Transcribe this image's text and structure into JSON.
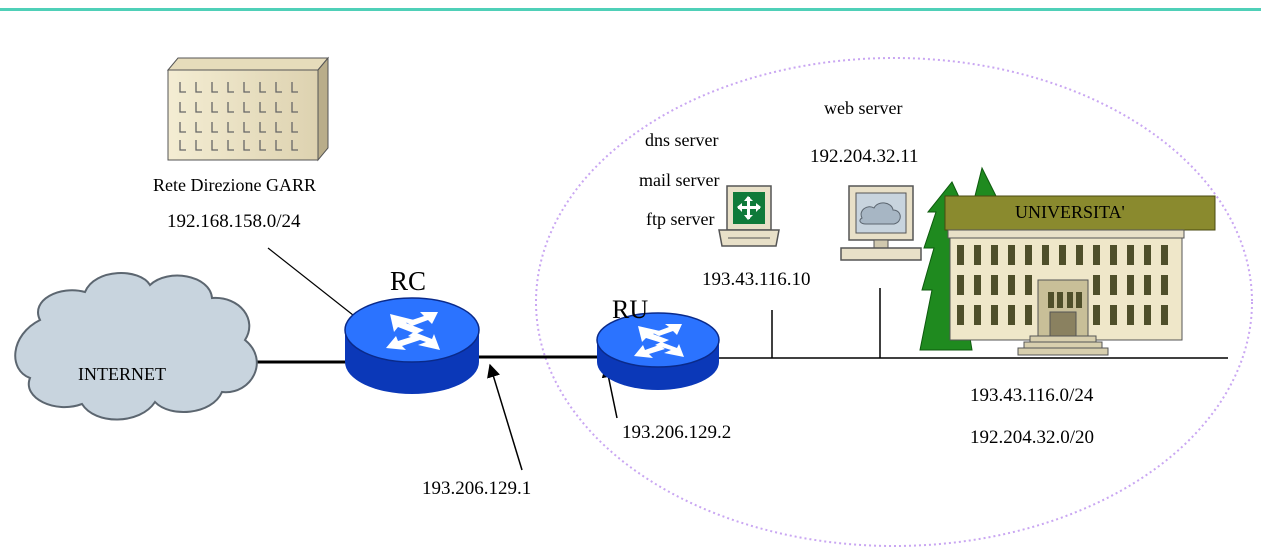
{
  "colors": {
    "top_rule": "#4fd0b8",
    "router_fill": "#2b73ff",
    "router_dark": "#0b38b8",
    "cloud_fill": "#c8d4de",
    "building_fill": "#efe7c9",
    "university_sign": "#8a8a2e",
    "tree": "#1f8a1f",
    "ellipse": "#c9a6f2"
  },
  "icons": {
    "garr_building": "office-building-icon",
    "internet": "cloud-icon",
    "router": "router-icon",
    "dns_mail_ftp_host": "server-computer-icon",
    "web_host": "workstation-icon",
    "university": "university-building-icon"
  },
  "labels": {
    "garr_name": "Rete Direzione GARR",
    "garr_net": "192.168.158.0/24",
    "router_rc": "RC",
    "router_ru": "RU",
    "internet": "INTERNET",
    "dns": "dns server",
    "mail": "mail server",
    "ftp": "ftp server",
    "server_ip": "193.43.116.10",
    "web": "web server",
    "web_ip": "192.204.32.11",
    "university": "UNIVERSITA'",
    "net1": "193.43.116.0/24",
    "net2": "192.204.32.0/20",
    "rc_ip": "193.206.129.1",
    "ru_ip": "193.206.129.2"
  }
}
